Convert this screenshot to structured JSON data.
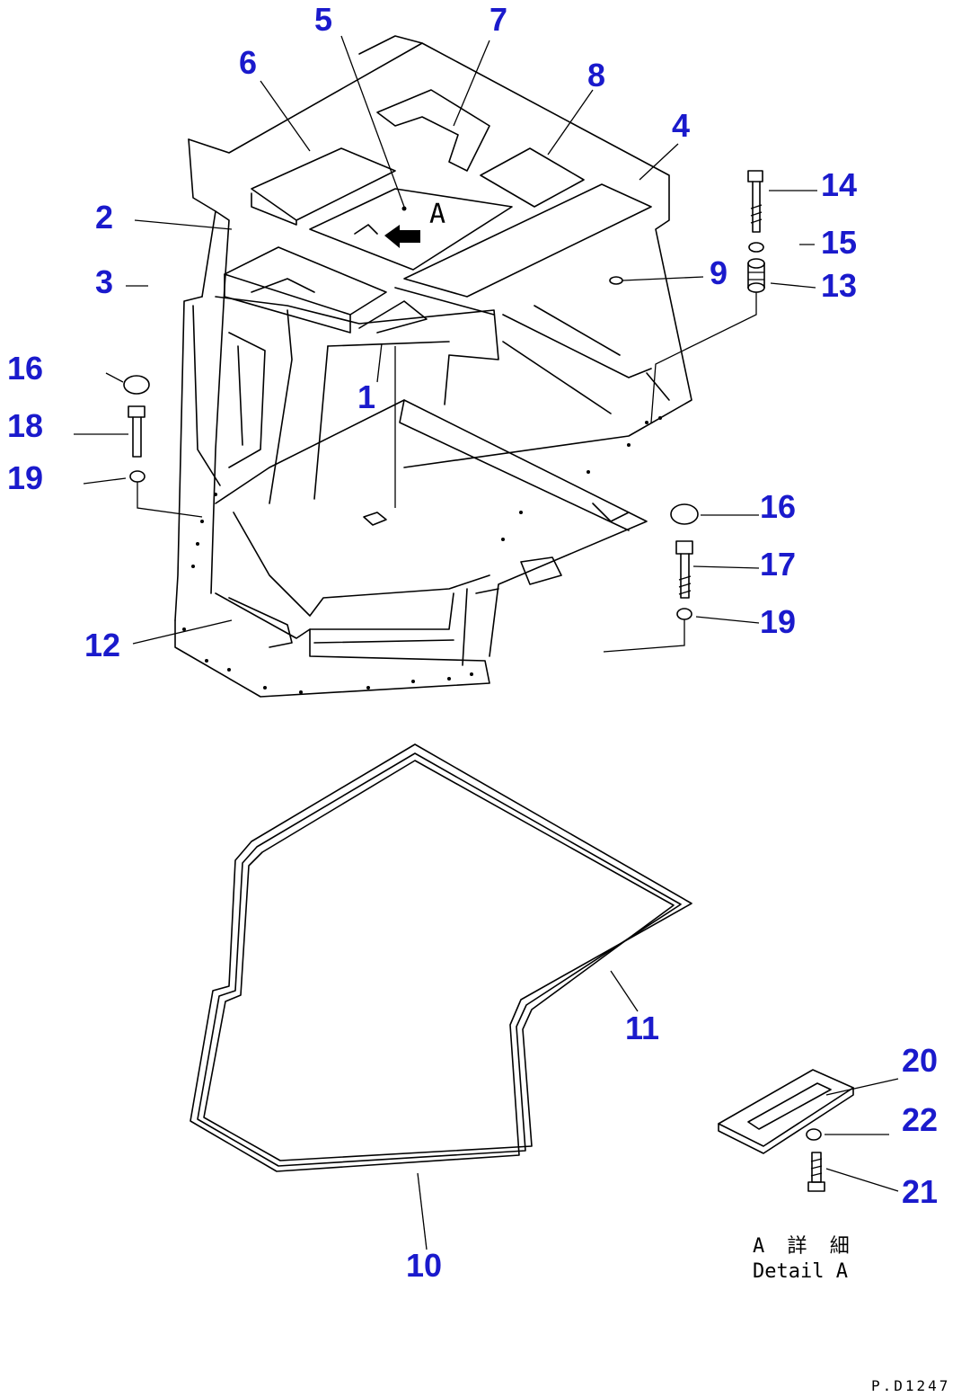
{
  "diagram": {
    "callouts": [
      {
        "id": "c5",
        "text": "5"
      },
      {
        "id": "c7",
        "text": "7"
      },
      {
        "id": "c6",
        "text": "6"
      },
      {
        "id": "c8",
        "text": "8"
      },
      {
        "id": "c4",
        "text": "4"
      },
      {
        "id": "c14",
        "text": "14"
      },
      {
        "id": "c2",
        "text": "2"
      },
      {
        "id": "c15",
        "text": "15"
      },
      {
        "id": "c3",
        "text": "3"
      },
      {
        "id": "c9",
        "text": "9"
      },
      {
        "id": "c13",
        "text": "13"
      },
      {
        "id": "c16a",
        "text": "16"
      },
      {
        "id": "c1",
        "text": "1"
      },
      {
        "id": "c18",
        "text": "18"
      },
      {
        "id": "c19a",
        "text": "19"
      },
      {
        "id": "c16b",
        "text": "16"
      },
      {
        "id": "c17",
        "text": "17"
      },
      {
        "id": "c19b",
        "text": "19"
      },
      {
        "id": "c12",
        "text": "12"
      },
      {
        "id": "c11",
        "text": "11"
      },
      {
        "id": "c20",
        "text": "20"
      },
      {
        "id": "c22",
        "text": "22"
      },
      {
        "id": "c21",
        "text": "21"
      },
      {
        "id": "c10",
        "text": "10"
      }
    ],
    "view_marker": "A",
    "detail_caption_jp": "A 詳 細",
    "detail_caption_en": "Detail A",
    "drawing_code": "P.D1247"
  }
}
